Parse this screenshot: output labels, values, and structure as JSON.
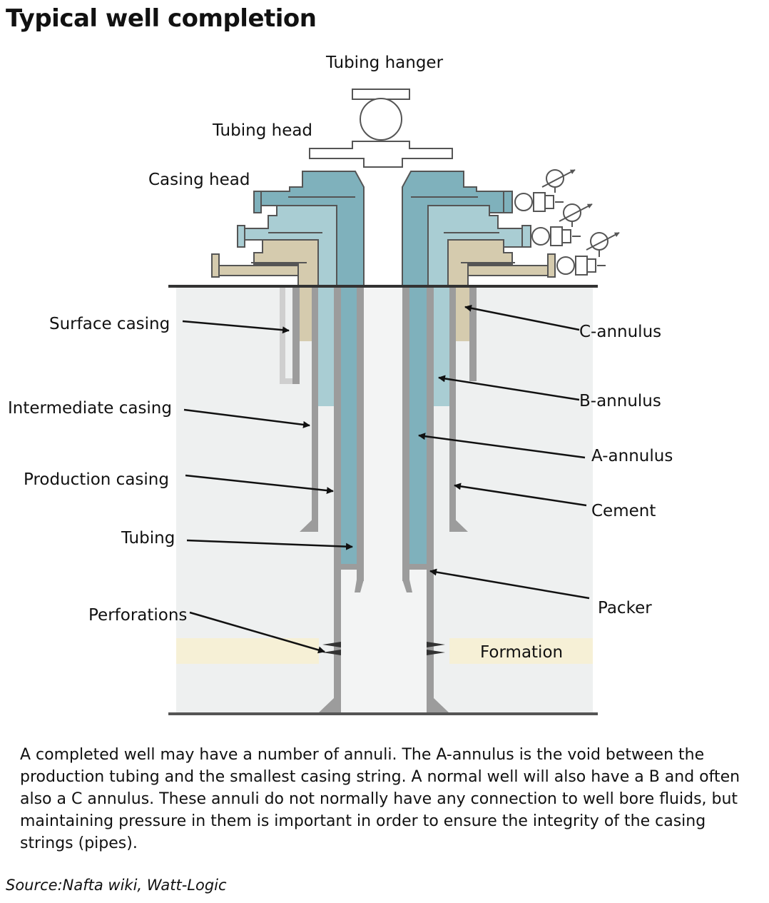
{
  "title": "Typical well completion",
  "labels": {
    "tubing_hanger": "Tubing hanger",
    "tubing_head": "Tubing head",
    "casing_head": "Casing head",
    "surface_casing": "Surface casing",
    "intermediate_casing": "Intermediate casing",
    "production_casing": "Production casing",
    "tubing": "Tubing",
    "perforations": "Perforations",
    "c_annulus": "C-annulus",
    "b_annulus": "B-annulus",
    "a_annulus": "A-annulus",
    "cement": "Cement",
    "packer": "Packer",
    "formation": "Formation"
  },
  "caption": "A completed well may have a number of annuli. The A-annulus is the void between the production tubing and the smallest casing string. A normal well will also have a B and often also a C annulus. These annuli do not normally have any connection to well bore fluids, but maintaining pressure in them is important in order to ensure the integrity of the casing strings (pipes).",
  "source": "Source:Nafta wiki, Watt-Logic",
  "colors": {
    "tubing_teal": "#7fb1bc",
    "intermediate_blue": "#a9cdd3",
    "surface_tan": "#d5cbae",
    "formation": "#f6f0d6",
    "ground": "#eef0f0",
    "steel": "#9c9c9c",
    "outline": "#555555"
  }
}
